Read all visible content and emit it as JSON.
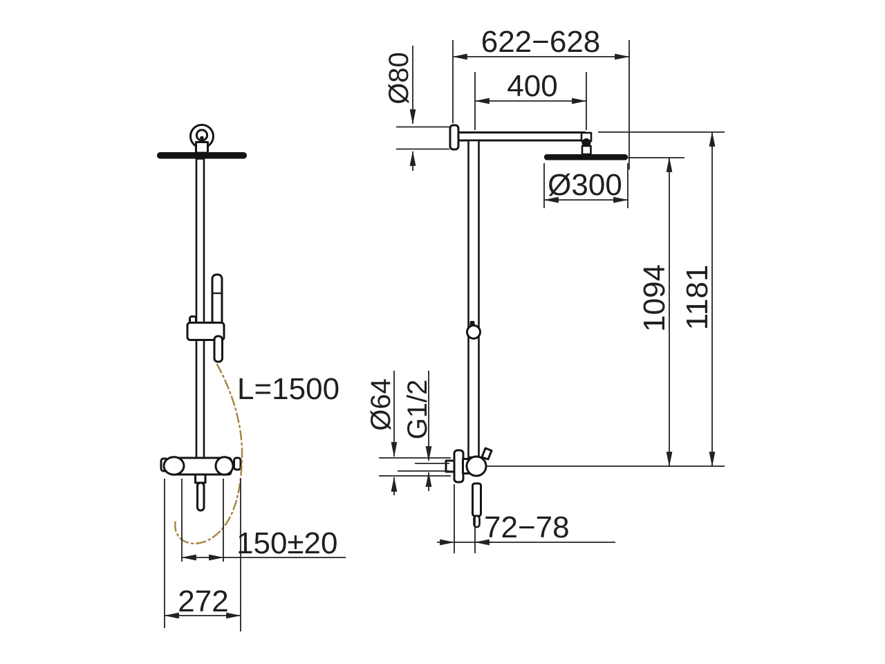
{
  "colors": {
    "line": "#141414",
    "dim_line": "#222222",
    "hose": "#a5823e"
  },
  "drawing": {
    "front_view": {
      "hose_length_label": "L=1500",
      "supply_spacing_label": "150±20",
      "mixer_width_label": "272"
    },
    "side_view": {
      "top_span_label": "622−628",
      "arm_length_label": "400",
      "wall_flange_diameter_label": "Ø80",
      "head_diameter_label": "Ø300",
      "height_to_head_label": "1094",
      "height_to_arm_label": "1181",
      "valve_flange_diameter_label": "Ø64",
      "thread_label": "G1/2",
      "wall_offset_label": "72−78"
    }
  }
}
